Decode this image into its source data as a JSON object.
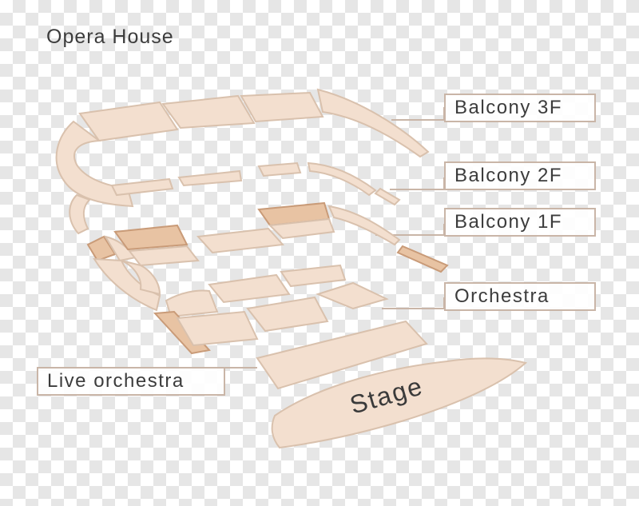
{
  "title": "Opera House",
  "labels": {
    "balcony_3f": "Balcony 3F",
    "balcony_2f": "Balcony 2F",
    "balcony_1f": "Balcony 1F",
    "orchestra": "Orchestra",
    "live_orchestra": "Live orchestra",
    "stage": "Stage"
  },
  "colors": {
    "seat_fill": "#f3dfcf",
    "seat_side": "#d9c1ad",
    "highlight_fill": "#e8c3a3",
    "highlight_side": "#c99b78",
    "leader_line": "#c9b5a7"
  }
}
